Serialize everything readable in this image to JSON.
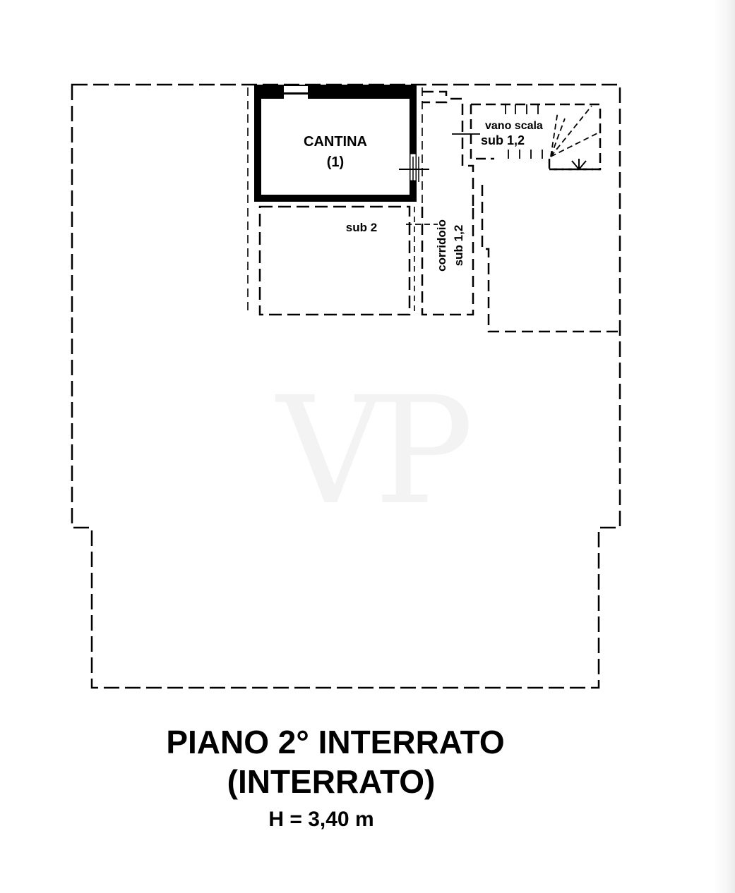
{
  "watermark": {
    "text": "VP",
    "color": "#f3f3f3"
  },
  "plan": {
    "rooms": [
      {
        "name": "cantina",
        "label_line1": "CANTINA",
        "label_line2": "(1)"
      },
      {
        "name": "vano-scala",
        "label_line1": "vano scala",
        "label_line2": "sub 1,2"
      },
      {
        "name": "corridoio",
        "label_line1": "corridoio",
        "label_line2": "sub 1,2"
      },
      {
        "name": "sub-2",
        "label_line1": "sub 2"
      }
    ],
    "stroke_color": "#000000",
    "wall_fill": "#000000"
  },
  "title": {
    "line1": "PIANO 2° INTERRATO",
    "line2": "(INTERRATO)",
    "height": "H = 3,40 m"
  }
}
